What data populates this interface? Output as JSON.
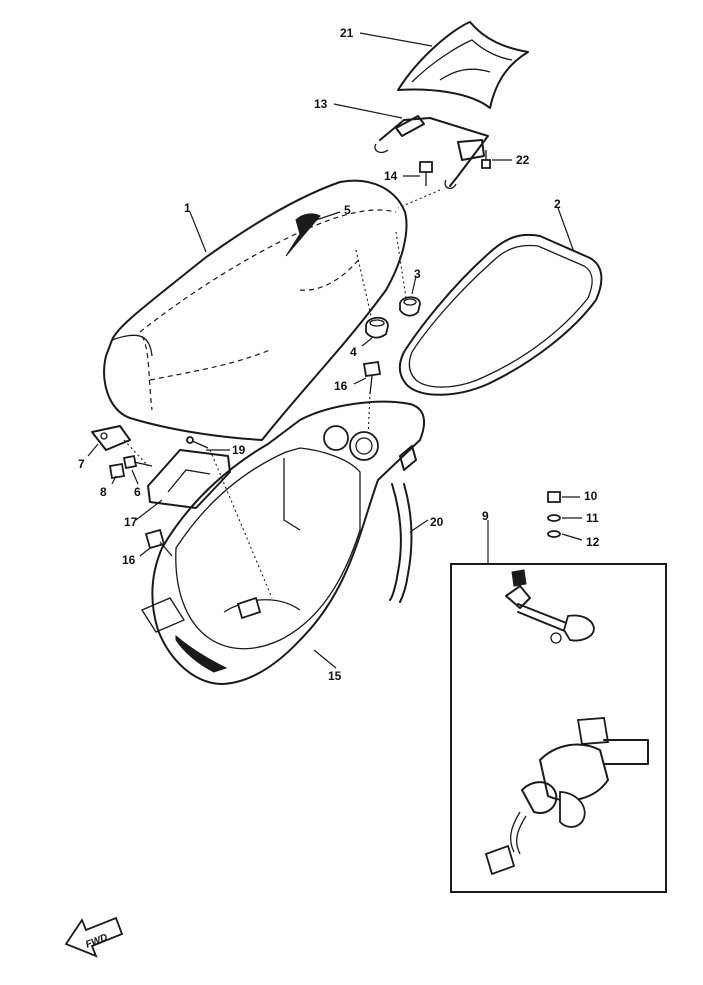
{
  "callouts": {
    "c1": "1",
    "c2": "2",
    "c3": "3",
    "c4": "4",
    "c5": "5",
    "c6": "6",
    "c7": "7",
    "c8": "8",
    "c9": "9",
    "c10": "10",
    "c11": "11",
    "c12": "12",
    "c13": "13",
    "c14": "14",
    "c15": "15",
    "c16a": "16",
    "c16b": "16",
    "c17": "17",
    "c19": "19",
    "c20": "20",
    "c21": "21",
    "c22": "22"
  },
  "direction_marker": "FWD"
}
